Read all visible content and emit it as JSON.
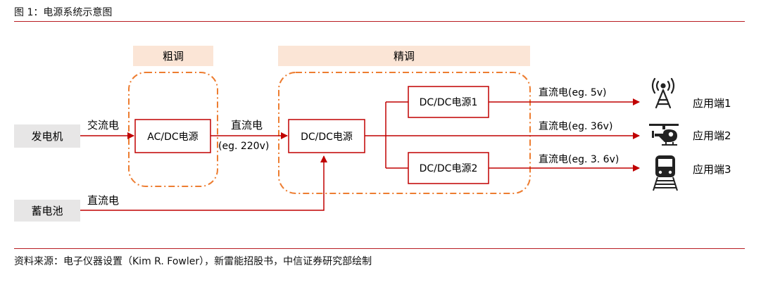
{
  "figure_title": "图 1：电源系统示意图",
  "source_note": "资料来源：电子仪器设置（Kim R. Fowler），新雷能招股书，中信证券研究部绘制",
  "stages": {
    "coarse": "粗调",
    "fine": "精调"
  },
  "sources": {
    "generator": "发电机",
    "battery": "蓄电池"
  },
  "converters": {
    "acdc": "AC/DC电源",
    "dcdc_main": "DC/DC电源",
    "dcdc_1": "DC/DC电源1",
    "dcdc_2": "DC/DC电源2"
  },
  "wire_labels": {
    "ac": "交流电",
    "dc_220": "直流电",
    "dc_220_example": "(eg. 220v)",
    "battery_dc": "直流电",
    "out_1": "直流电(eg. 5v)",
    "out_2": "直流电(eg. 36v)",
    "out_3": "直流电(eg. 3. 6v)"
  },
  "endpoints": {
    "app_1": "应用端1",
    "app_2": "应用端2",
    "app_3": "应用端3"
  },
  "icons": {
    "app_1": "radio-tower-icon",
    "app_2": "helicopter-icon",
    "app_3": "train-icon"
  },
  "colors": {
    "accent_red": "#c00000",
    "dashed_orange": "#ed7d31",
    "stage_header_fill": "#fbe5d6",
    "source_fill": "#e7e6e6"
  }
}
